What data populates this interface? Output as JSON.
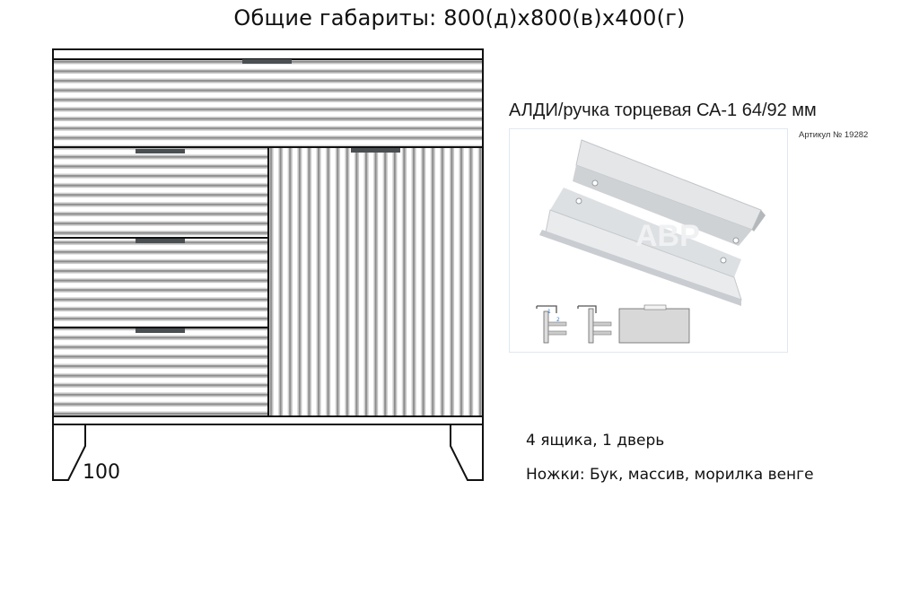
{
  "header": {
    "title": "Общие габариты: 800(д)х800(в)х400(г)"
  },
  "drawing": {
    "leg_height_label": "100",
    "drawers": [
      {
        "name": "top-drawer",
        "position": "top full width"
      },
      {
        "name": "drawer-2",
        "position": "left column"
      },
      {
        "name": "drawer-3",
        "position": "left column"
      },
      {
        "name": "drawer-4",
        "position": "left column"
      }
    ],
    "door": {
      "name": "door",
      "position": "right",
      "fluting": "vertical"
    },
    "colors": {
      "outline": "#111111",
      "fluting_dark": "#8c8c8c",
      "fluting_light": "#c4c4c4",
      "handle": "#4a4f52"
    }
  },
  "product": {
    "title": "АЛДИ/ручка торцевая СА-1 64/92 мм",
    "article": "Артикул № 19282",
    "image_icon": "aluminum-edge-handle-icon",
    "watermark": "АВР"
  },
  "specs": {
    "composition": "4 ящика, 1 дверь",
    "legs": "Ножки: Бук, массив, морилка венге"
  }
}
